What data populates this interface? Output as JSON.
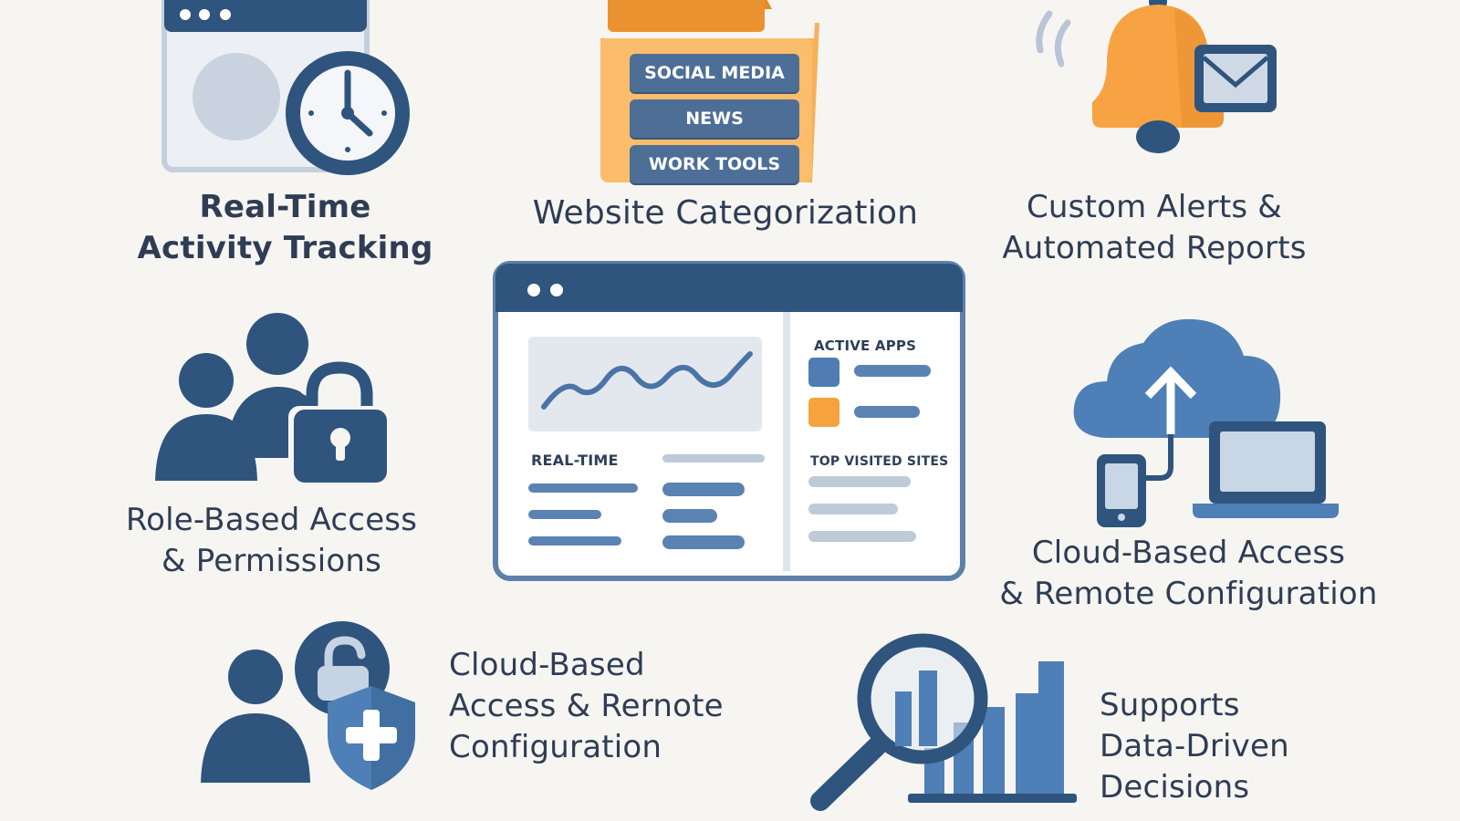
{
  "features": {
    "realtime_tracking": "Real-Time\nActivity Tracking",
    "website_categorization": "Website Categorization",
    "custom_alerts": "Custom Alerts &\nAutomated Reports",
    "role_based": "Role-Based Access\n& Permissions",
    "cloud_remote": "Cloud-Based Access\n& Remote Configuration",
    "cloud_remote_2": "Cloud-Based\nAccess & Rernote\nConfiguration",
    "data_driven": "Supports\nData-Driven\nDecisions"
  },
  "folder": {
    "categories": [
      "SOCIAL MEDIA",
      "NEWS",
      "WORK TOOLS"
    ]
  },
  "dashboard": {
    "active_apps": "ACTIVE APPS",
    "real_time": "REAL-TIME",
    "top_visited": "TOP VISITED SITES"
  },
  "colors": {
    "navy": "#2f547d",
    "blue": "#4c79ad",
    "light_blue": "#a9bcd4",
    "orange": "#f6a33e",
    "background": "#f6f5f2"
  },
  "icons": [
    "browser-window-icon",
    "clock-icon",
    "folder-icon",
    "bell-icon",
    "envelope-icon",
    "users-icon",
    "padlock-icon",
    "dashboard-window-icon",
    "cloud-upload-icon",
    "phone-icon",
    "laptop-icon",
    "user-icon",
    "unlock-icon",
    "shield-plus-icon",
    "magnifier-icon",
    "bar-chart-icon"
  ]
}
